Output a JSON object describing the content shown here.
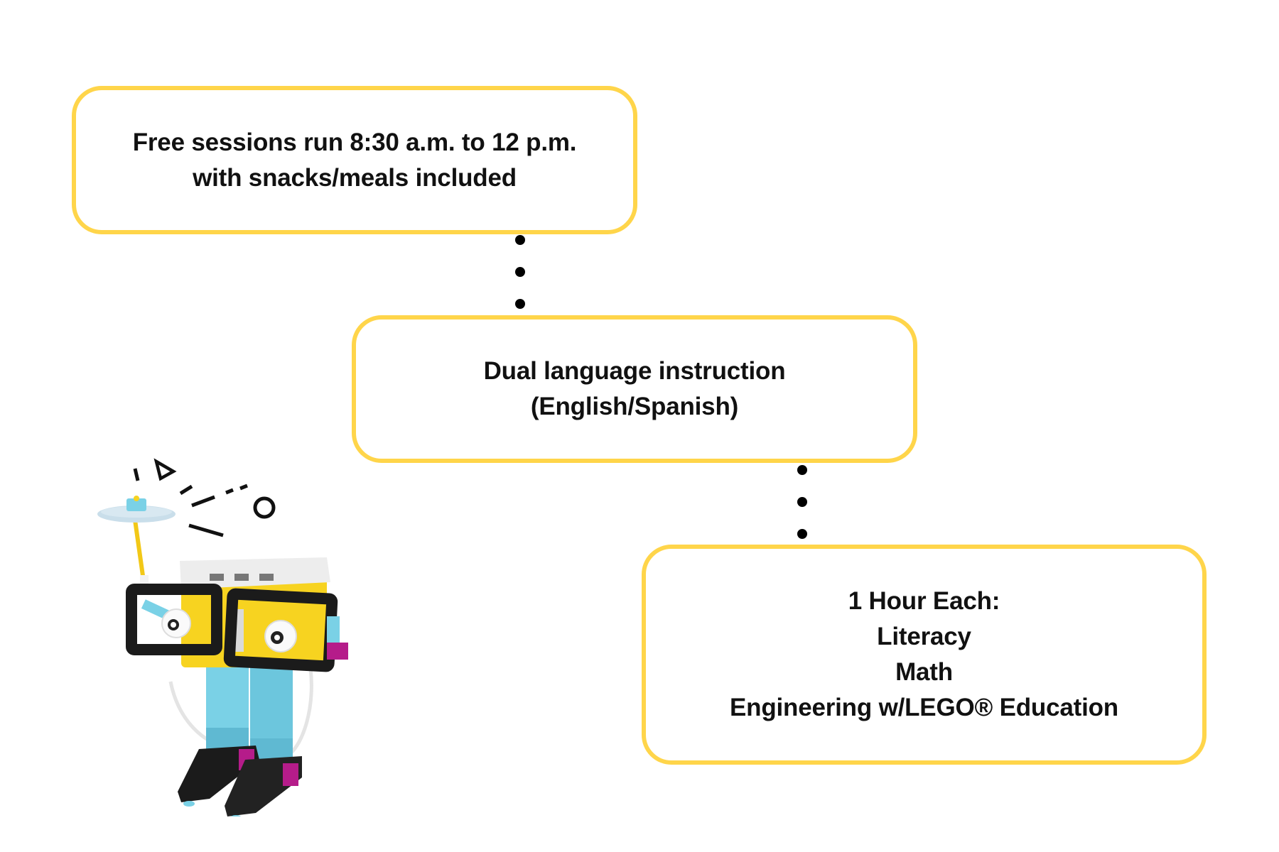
{
  "diagram": {
    "type": "stepped-flow",
    "border_color": "#FFD54A",
    "connector_style": "dotted",
    "boxes": [
      {
        "lines": [
          "Free sessions run 8:30 a.m. to 12 p.m.",
          "with snacks/meals included"
        ]
      },
      {
        "lines": [
          "Dual language instruction",
          "(English/Spanish)"
        ]
      },
      {
        "lines": [
          "1 Hour Each:",
          "Literacy",
          "Math",
          "Engineering w/LEGO® Education"
        ]
      }
    ],
    "connectors": [
      {
        "from": 0,
        "to": 1,
        "dots": 3
      },
      {
        "from": 1,
        "to": 2,
        "dots": 3
      }
    ]
  },
  "illustration": {
    "subject": "lego-robot-icon",
    "colors": {
      "hub_white": "#EDEDED",
      "yellow": "#F7D320",
      "azure": "#7AD1E6",
      "black": "#1B1B1B",
      "magenta": "#B51C8A"
    }
  }
}
